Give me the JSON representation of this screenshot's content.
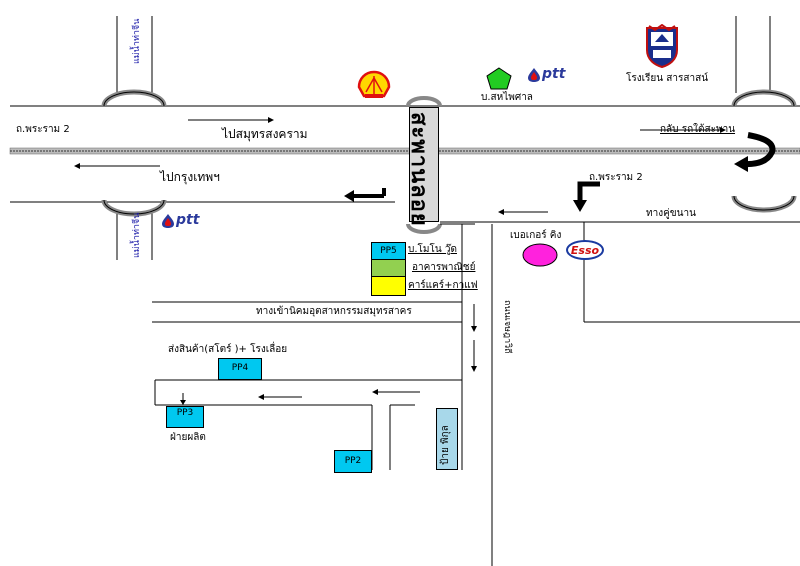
{
  "roads": {
    "rama2_west": "ถ.พระราม 2",
    "to_samut_songkhram": "ไปสมุทรสงคราม",
    "to_bangkok": "ไปกรุงเทพฯ",
    "rama2_east": "ถ.พระราม 2",
    "u_turn_under_bridge": "กลับ รถใต้สะพาน",
    "frontage_road": "ทางคู่ขนาน",
    "village_sahaiphaisan": "บ.สหไพศาล",
    "mae_nam_tha_chin_top": "แม่น้ำท่าจีน",
    "mae_nam_tha_chin_bottom": "แม่น้ำท่าจีน",
    "nong_ngu_rd": "ถนนเจษฎาวิถี",
    "industrial_estate_road": "ทางเข้านิคมอุตสาหกรรมสมุทรสาคร",
    "bridge_name": "สะพานลอย"
  },
  "places": {
    "school": "โรงเรียน สารสาสน์",
    "burger_king": "เบอเกอร์ คิง",
    "shipping_store": "ส่งสินค้า(สโตร์ )+ โรงเลื่อย",
    "production_dept": "ฝ่ายผลิต",
    "yard_sign": "ป้าย พิกุล",
    "company_mimono": "บ.โมโน วู๊ด",
    "building_name": "อาคารพาณิชย์",
    "carcare_cafe": "คาร์แคร์+กาแฟ"
  },
  "buildings": {
    "pp5": "PP5",
    "pp4": "PP4",
    "pp3": "PP3",
    "pp2": "PP2"
  },
  "brands": {
    "ptt_top": "ptt",
    "ptt_left": "ptt",
    "esso": "Esso"
  },
  "colors": {
    "pp_cyan": "#00c8f0",
    "green_box": "#92d050",
    "yellow_box": "#ffff00",
    "burger_king_magenta": "#ff22dd",
    "pentagon_green": "#22cc22",
    "label_blue": "#1a1aa8"
  }
}
